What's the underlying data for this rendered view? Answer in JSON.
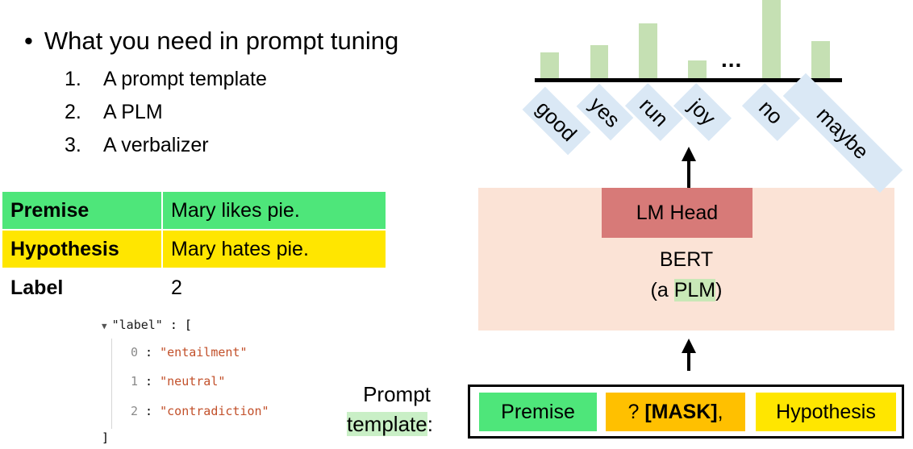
{
  "bullet": {
    "dot": "•",
    "text": "What you need in prompt tuning"
  },
  "list": [
    {
      "num": "1.",
      "text": "A prompt template"
    },
    {
      "num": "2.",
      "text": "A PLM"
    },
    {
      "num": "3.",
      "text": "A verbalizer"
    }
  ],
  "table": {
    "rows": [
      {
        "label": "Premise",
        "value": "Mary likes pie.",
        "color": "#4ee67a"
      },
      {
        "label": "Hypothesis",
        "value": "Mary hates pie.",
        "color": "#ffe600"
      },
      {
        "label": "Label",
        "value": "2",
        "color": "#ffffff"
      }
    ]
  },
  "json_view": {
    "header_key": "\"label\"",
    "header_rest": " : [",
    "items": [
      {
        "index": "0",
        "value": "\"entailment\""
      },
      {
        "index": "1",
        "value": "\"neutral\""
      },
      {
        "index": "2",
        "value": "\"contradiction\""
      }
    ],
    "close": "]"
  },
  "prompt_label": {
    "line1": "Prompt",
    "line2": "template",
    "colon": ":"
  },
  "template_slots": {
    "premise": "Premise",
    "mask_q": "? ",
    "mask": "[MASK]",
    "mask_comma": ",",
    "hypothesis": "Hypothesis"
  },
  "model": {
    "lm_head": "LM Head",
    "bert": "BERT",
    "plm_open": "(a ",
    "plm": "PLM",
    "plm_close": ")"
  },
  "vocab": {
    "tokens": [
      "good",
      "yes",
      "run",
      "joy",
      "no",
      "maybe"
    ],
    "ellipsis": "...",
    "bar_levels": [
      0.33,
      0.42,
      0.7,
      0.23,
      1.0,
      0.47
    ]
  },
  "colors": {
    "green": "#4ee67a",
    "yellow": "#ffe600",
    "orange": "#ffc000",
    "lm_head": "#d77a78",
    "bert_bg": "#fbe3d6",
    "token_bg": "#dae8f5",
    "bar": "#c5e0b3"
  }
}
